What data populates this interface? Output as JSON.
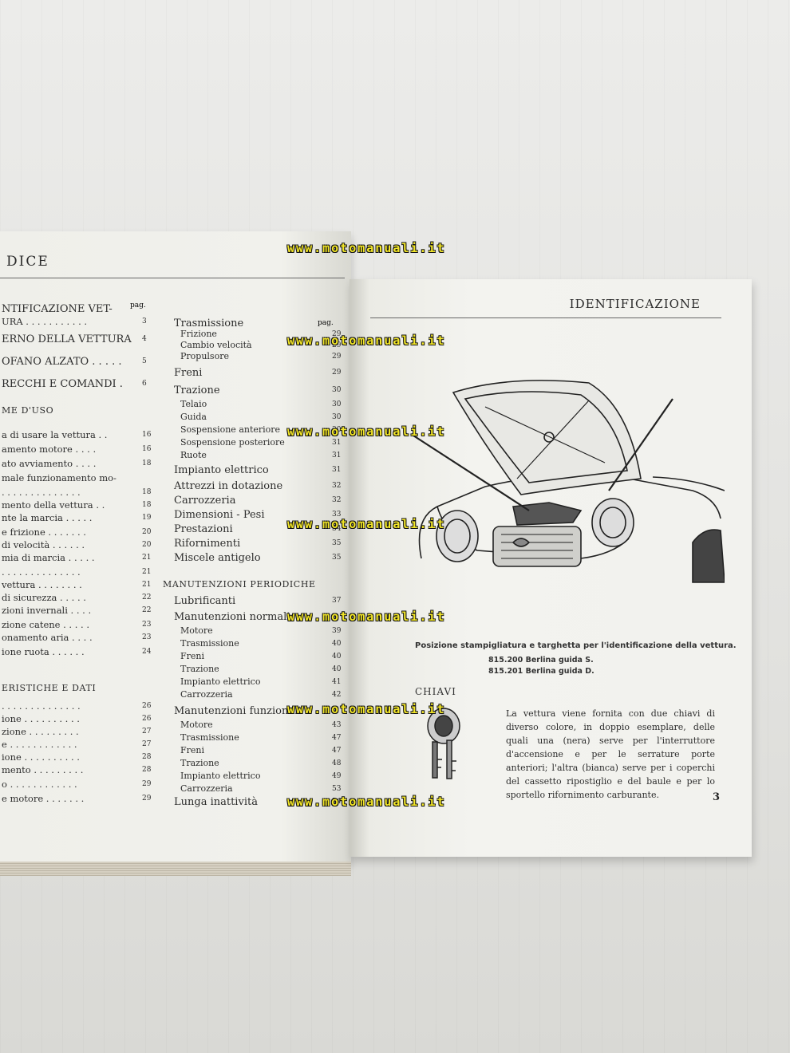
{
  "left_page": {
    "header": "DICE",
    "col1": [
      {
        "text": "NTIFICAZIONE VET-",
        "pg": ""
      },
      {
        "text": "URA . . . . . . . . . . .",
        "pg": "3"
      },
      {
        "text": "ERNO DELLA VETTURA",
        "pg": "4"
      },
      {
        "text": "OFANO ALZATO . . . . .",
        "pg": "5"
      },
      {
        "text": "RECCHI E COMANDI .",
        "pg": "6"
      },
      {
        "text": "ME D'USO",
        "pg": ""
      },
      {
        "text": "a di usare la vettura . .",
        "pg": "16"
      },
      {
        "text": "amento motore . . . .",
        "pg": "16"
      },
      {
        "text": "ato avviamento . . . .",
        "pg": "18"
      },
      {
        "text": "male funzionamento mo-",
        "pg": ""
      },
      {
        "text": ". . . . . . . . . . . . . .",
        "pg": "18"
      },
      {
        "text": "mento della vettura . .",
        "pg": "18"
      },
      {
        "text": "nte la marcia . . . . .",
        "pg": "19"
      },
      {
        "text": "e frizione . . . . . . .",
        "pg": "20"
      },
      {
        "text": "di velocità . . . . . .",
        "pg": "20"
      },
      {
        "text": "mia di marcia . . . . .",
        "pg": "21"
      },
      {
        "text": ". . . . . . . . . . . . . .",
        "pg": "21"
      },
      {
        "text": "vettura . . . . . . . .",
        "pg": "21"
      },
      {
        "text": "di sicurezza . . . . .",
        "pg": "22"
      },
      {
        "text": "zioni invernali . . . .",
        "pg": "22"
      },
      {
        "text": "zione catene . . . . .",
        "pg": "23"
      },
      {
        "text": "onamento aria . . . .",
        "pg": "23"
      },
      {
        "text": "ione ruota . . . . . .",
        "pg": "24"
      },
      {
        "text": "ERISTICHE E DATI",
        "pg": ""
      },
      {
        "text": ". . . . . . . . . . . . . .",
        "pg": "26"
      },
      {
        "text": "ione . . . . . . . . . .",
        "pg": "26"
      },
      {
        "text": "zione . . . . . . . . .",
        "pg": "27"
      },
      {
        "text": "e . . . . . . . . . . . .",
        "pg": "27"
      },
      {
        "text": "ione . . . . . . . . . .",
        "pg": "28"
      },
      {
        "text": "mento . . . . . . . . .",
        "pg": "28"
      },
      {
        "text": "o . . . . . . . . . . . .",
        "pg": "29"
      },
      {
        "text": "e motore . . . . . . .",
        "pg": "29"
      }
    ],
    "pag_label_1": "pag.",
    "pag_label_2": "pag.",
    "col2": [
      {
        "text": "Trasmissione",
        "pg": ""
      },
      {
        "text": "Frizione",
        "pg": "29"
      },
      {
        "text": "Cambio velocità",
        "pg": "29"
      },
      {
        "text": "Propulsore",
        "pg": "29"
      },
      {
        "text": "Freni",
        "pg": "29"
      },
      {
        "text": "Trazione",
        "pg": "30"
      },
      {
        "text": "Telaio",
        "pg": "30"
      },
      {
        "text": "Guida",
        "pg": "30"
      },
      {
        "text": "Sospensione anteriore",
        "pg": "30"
      },
      {
        "text": "Sospensione posteriore",
        "pg": "31"
      },
      {
        "text": "Ruote",
        "pg": "31"
      },
      {
        "text": "Impianto elettrico",
        "pg": "31"
      },
      {
        "text": "Attrezzi in dotazione",
        "pg": "32"
      },
      {
        "text": "Carrozzeria",
        "pg": "32"
      },
      {
        "text": "Dimensioni - Pesi",
        "pg": "33"
      },
      {
        "text": "Prestazioni",
        "pg": "34"
      },
      {
        "text": "Rifornimenti",
        "pg": "35"
      },
      {
        "text": "Miscele antigelo",
        "pg": "35"
      },
      {
        "text": "MANUTENZIONI PERIODICHE",
        "pg": ""
      },
      {
        "text": "Lubrificanti",
        "pg": "37"
      },
      {
        "text": "Manutenzioni normali",
        "pg": ""
      },
      {
        "text": "Motore",
        "pg": "39"
      },
      {
        "text": "Trasmissione",
        "pg": "40"
      },
      {
        "text": "Freni",
        "pg": "40"
      },
      {
        "text": "Trazione",
        "pg": "40"
      },
      {
        "text": "Impianto elettrico",
        "pg": "41"
      },
      {
        "text": "Carrozzeria",
        "pg": "42"
      },
      {
        "text": "Manutenzioni funzionali",
        "pg": ""
      },
      {
        "text": "Motore",
        "pg": "43"
      },
      {
        "text": "Trasmissione",
        "pg": "47"
      },
      {
        "text": "Freni",
        "pg": "47"
      },
      {
        "text": "Trazione",
        "pg": "48"
      },
      {
        "text": "Impianto elettrico",
        "pg": "49"
      },
      {
        "text": "Carrozzeria",
        "pg": "53"
      },
      {
        "text": "Lunga inattività",
        "pg": "54"
      }
    ]
  },
  "right_page": {
    "header": "IDENTIFICAZIONE",
    "caption": "Posizione stampigliatura e targhetta per l'identificazione della vettura.",
    "codes": [
      "815.200 Berlina guida S.",
      "815.201 Berlina guida D."
    ],
    "chiavi_title": "CHIAVI",
    "key_text": "La vettura viene fornita con due chiavi di diverso colore, in doppio esemplare, delle quali una (nera) serve per l'interruttore d'accensione e per le serrature porte anteriori; l'altra (bianca) serve per i coperchi del cassetto ripostiglio e del baule e per lo sportello rifornimento carburante.",
    "page_number": "3"
  },
  "watermark": "www.motomanuali.it",
  "colors": {
    "watermark": "#f2e628",
    "paper": "#f2f2ee",
    "ink": "#2d2d2d"
  }
}
